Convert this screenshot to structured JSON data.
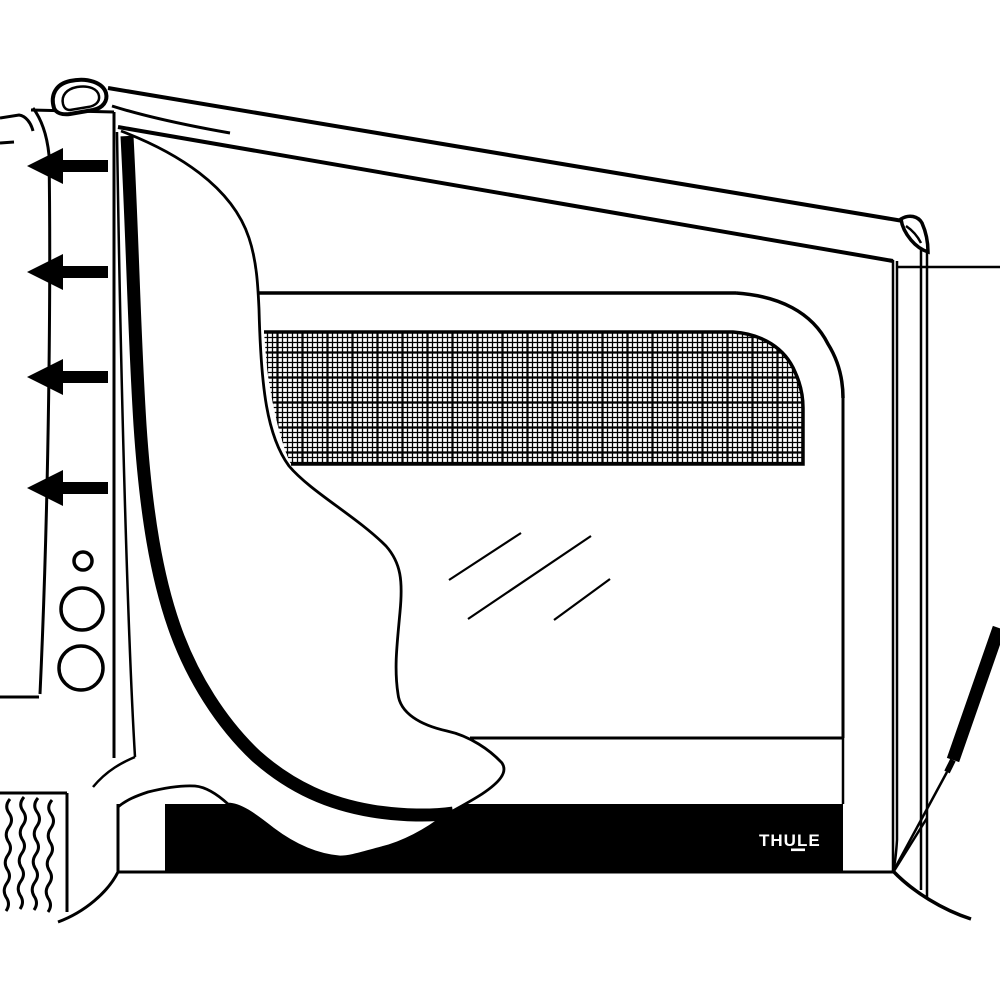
{
  "figure": {
    "description": "Black-and-white instruction illustration of an awning tent attached to a vehicle side, showing mesh window, draped curtain, mounting rail with strap loop, support pole and guy strut",
    "arrows": {
      "count": 4,
      "direction": "left"
    }
  },
  "logo": {
    "text": "THULE"
  },
  "colors": {
    "ink": "#000000",
    "background": "#ffffff",
    "skirt_band": "#000000",
    "logo_text": "#ffffff"
  }
}
